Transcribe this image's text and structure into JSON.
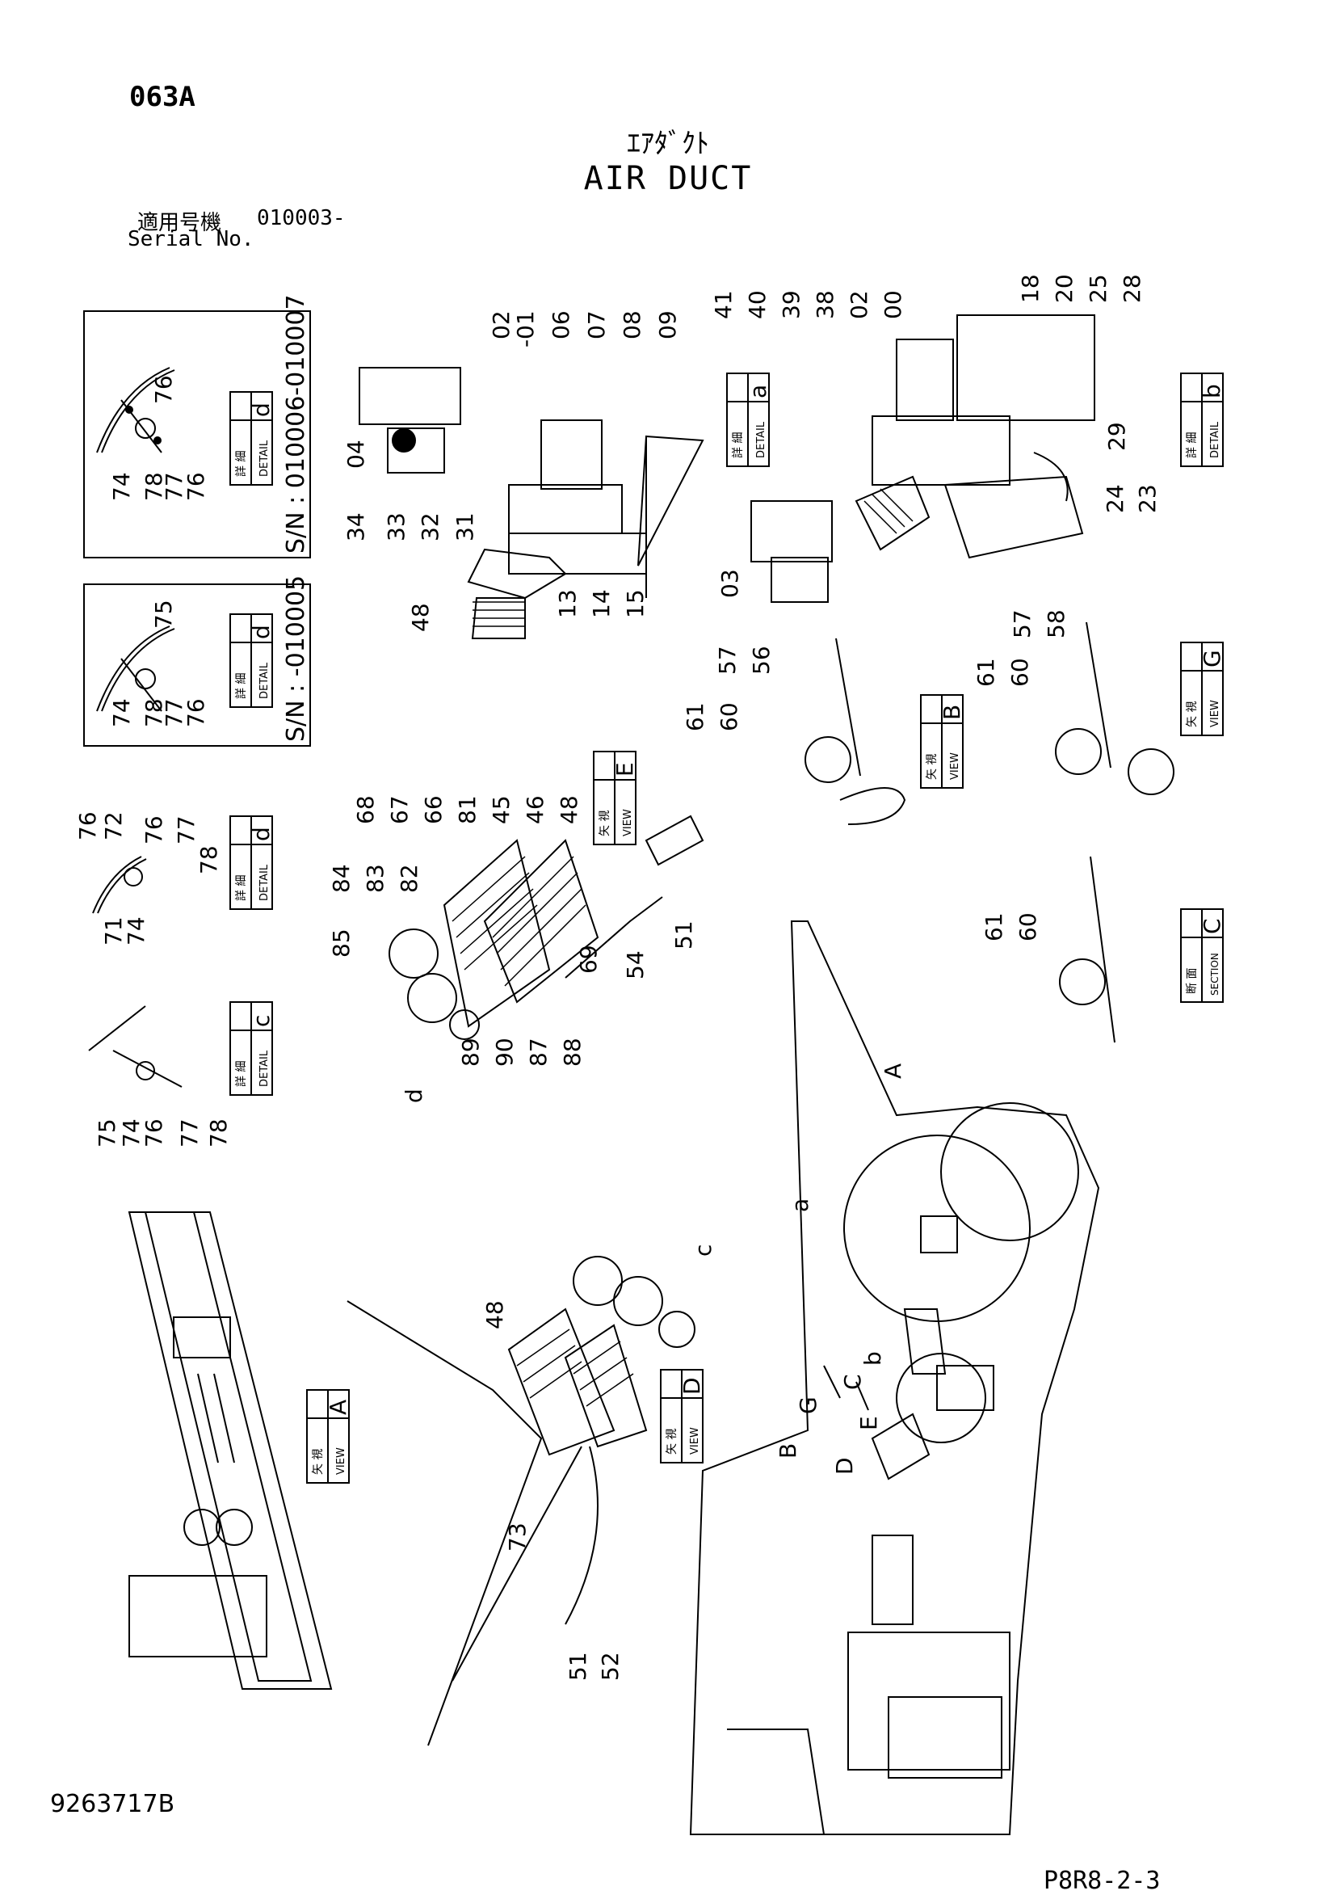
{
  "header": {
    "page_code": "063A",
    "title_jp": "ｴｱﾀﾞｸﾄ",
    "title_en": "AIR DUCT",
    "serial_jp": "適用号機",
    "serial_value": "010003-",
    "serial_en": "Serial No."
  },
  "footer": {
    "drawing_no": "9263717B",
    "sheet_ref": "P8R8-2-3"
  },
  "boxes": {
    "detail_d1": {
      "jp": "詳 細",
      "en": "DETAIL",
      "letter": "d",
      "sn": "S/N : 010006-010007",
      "parts": [
        "76",
        "74",
        "78",
        "77",
        "76"
      ]
    },
    "detail_d2": {
      "jp": "詳 細",
      "en": "DETAIL",
      "letter": "d",
      "sn": "S/N : -010005",
      "parts": [
        "75",
        "74",
        "78",
        "77",
        "76"
      ]
    },
    "detail_d3": {
      "jp": "詳 細",
      "en": "DETAIL",
      "letter": "d",
      "parts": [
        "76",
        "72",
        "76",
        "77",
        "78",
        "71",
        "74"
      ]
    },
    "detail_c": {
      "jp": "詳 細",
      "en": "DETAIL",
      "letter": "c",
      "parts": [
        "75",
        "74",
        "76",
        "77",
        "78"
      ]
    },
    "detail_a": {
      "jp": "詳 細",
      "en": "DETAIL",
      "letter": "a"
    },
    "detail_b": {
      "jp": "詳 細",
      "en": "DETAIL",
      "letter": "b"
    },
    "view_a": {
      "jp": "矢 視",
      "en": "VIEW",
      "letter": "A"
    },
    "view_b": {
      "jp": "矢 視",
      "en": "VIEW",
      "letter": "B"
    },
    "view_d": {
      "jp": "矢 視",
      "en": "VIEW",
      "letter": "D"
    },
    "view_e": {
      "jp": "矢 視",
      "en": "VIEW",
      "letter": "E"
    },
    "view_g": {
      "jp": "矢 視",
      "en": "VIEW",
      "letter": "G"
    },
    "section_c": {
      "jp": "断 面",
      "en": "SECTION",
      "letter": "C"
    }
  },
  "callouts": {
    "fan_top": [
      "02",
      "01",
      "06",
      "07",
      "08",
      "09"
    ],
    "fan_left": [
      "04"
    ],
    "fan_bottom_left": [
      "34",
      "33",
      "32",
      "31"
    ],
    "fan_bottom": [
      "13",
      "14",
      "15"
    ],
    "fan_hose": [
      "48"
    ],
    "detail_a_top": [
      "41",
      "40",
      "39",
      "38",
      "02",
      "00"
    ],
    "detail_a_left": [
      "03"
    ],
    "detail_b_top": [
      "18",
      "20",
      "25",
      "28"
    ],
    "detail_b_right": [
      "29"
    ],
    "detail_b_bottom": [
      "24",
      "23"
    ],
    "view_b": [
      "57",
      "56",
      "61",
      "60"
    ],
    "view_g": [
      "57",
      "58",
      "61",
      "60"
    ],
    "section_c": [
      "61",
      "60"
    ],
    "view_e_top": [
      "68",
      "67",
      "66",
      "81",
      "45",
      "46",
      "48"
    ],
    "view_e_left": [
      "84",
      "83",
      "82",
      "85"
    ],
    "view_e_bottom": [
      "69",
      "89",
      "90",
      "87",
      "88",
      "d",
      "54",
      "51"
    ],
    "view_d": [
      "48",
      "c",
      "73",
      "51",
      "52"
    ],
    "main_labels": [
      "a",
      "b",
      "A",
      "B",
      "C",
      "D",
      "E",
      "G"
    ]
  }
}
